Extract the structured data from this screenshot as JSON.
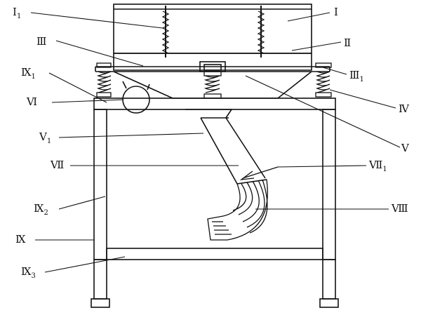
{
  "labels": {
    "I": {
      "main": "Ⅰ",
      "sub": ""
    },
    "I1": {
      "main": "Ⅰ",
      "sub": "1"
    },
    "II": {
      "main": "Ⅱ",
      "sub": ""
    },
    "III": {
      "main": "Ⅲ",
      "sub": ""
    },
    "III1": {
      "main": "Ⅲ",
      "sub": "1"
    },
    "IV": {
      "main": "Ⅳ",
      "sub": ""
    },
    "V": {
      "main": "Ⅴ",
      "sub": ""
    },
    "V1": {
      "main": "Ⅴ",
      "sub": "1"
    },
    "VI": {
      "main": "Ⅵ",
      "sub": ""
    },
    "VII": {
      "main": "Ⅶ",
      "sub": ""
    },
    "VII1": {
      "main": "Ⅶ",
      "sub": "1"
    },
    "VIII": {
      "main": "Ⅷ",
      "sub": ""
    },
    "IX": {
      "main": "Ⅸ",
      "sub": ""
    },
    "IX1": {
      "main": "Ⅸ",
      "sub": "1"
    },
    "IX2": {
      "main": "Ⅸ",
      "sub": "2"
    },
    "IX3": {
      "main": "Ⅸ",
      "sub": "3"
    }
  }
}
